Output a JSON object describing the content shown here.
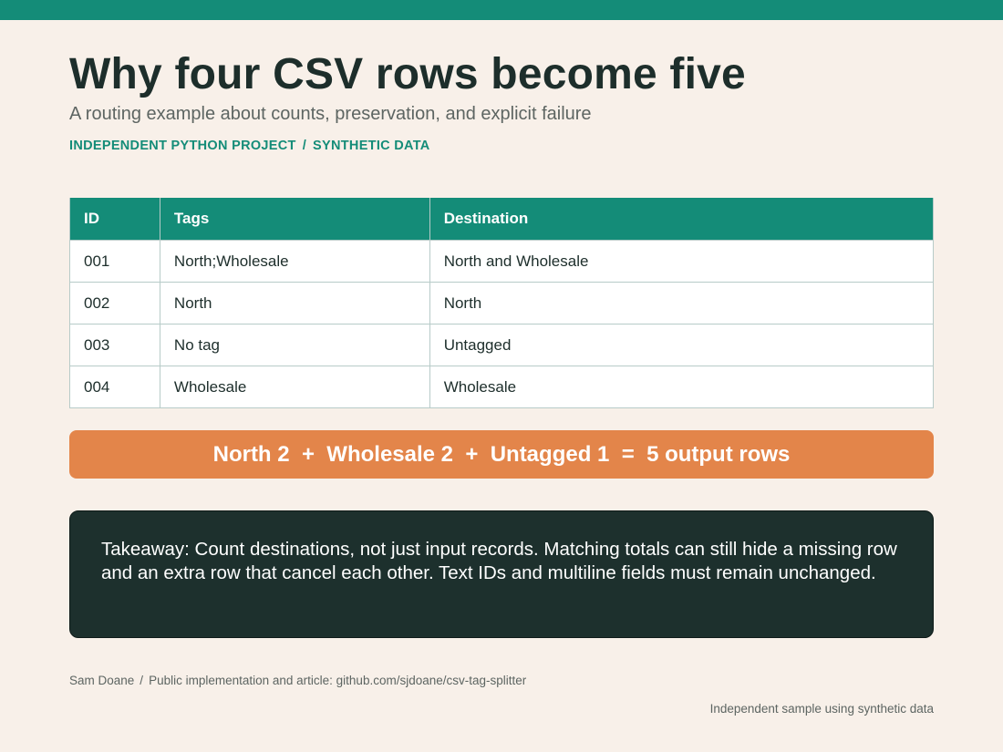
{
  "header": {
    "title": "Why four CSV rows become five",
    "subtitle": "A routing example about counts, preservation, and explicit failure",
    "kicker_left": "INDEPENDENT PYTHON PROJECT",
    "kicker_sep": "/",
    "kicker_right": "SYNTHETIC DATA"
  },
  "table": {
    "headers": [
      "ID",
      "Tags",
      "Destination"
    ],
    "rows": [
      [
        "001",
        "North;Wholesale",
        "North and Wholesale"
      ],
      [
        "002",
        "North",
        "North"
      ],
      [
        "003",
        "No tag",
        "Untagged"
      ],
      [
        "004",
        "Wholesale",
        "Wholesale"
      ]
    ]
  },
  "equation": {
    "text": "North 2  +  Wholesale 2  +  Untagged 1  =  5 output rows"
  },
  "takeaway": {
    "text": "Takeaway: Count destinations, not just input records. Matching totals can still hide a missing row and an extra row that cancel each other. Text IDs and multiline fields must remain unchanged."
  },
  "footer": {
    "author": "Sam Doane",
    "sep": "/",
    "source": "Public implementation and article: github.com/sjdoane/csv-tag-splitter",
    "note": "Independent sample using synthetic data"
  },
  "colors": {
    "accent": "#148c78",
    "highlight": "#e3854a",
    "dark_panel": "#1d302d",
    "background": "#f8f0e9"
  }
}
